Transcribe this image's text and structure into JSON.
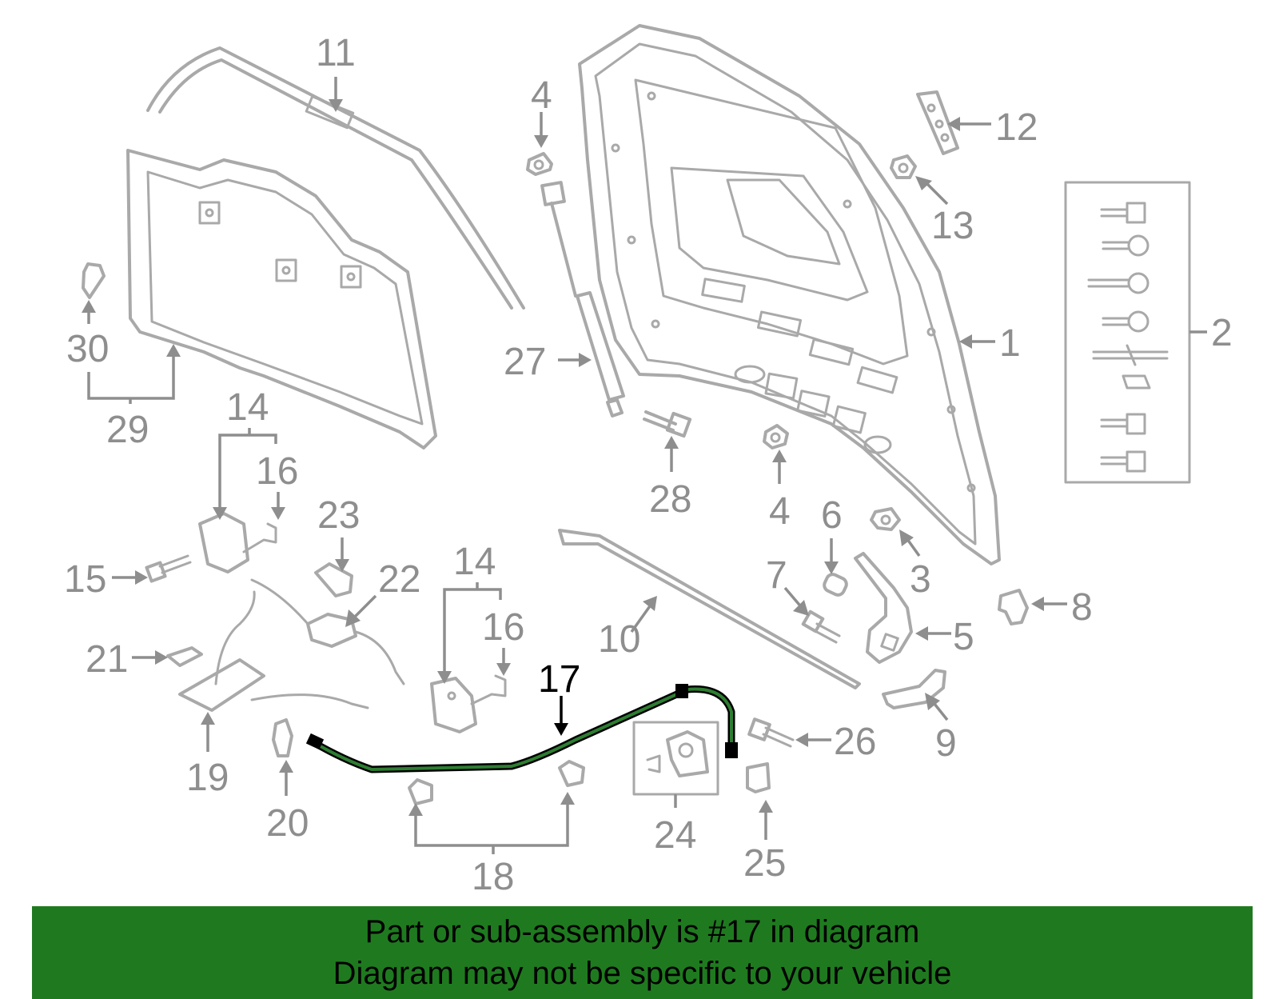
{
  "diagram": {
    "callouts": {
      "c1": "1",
      "c2": "2",
      "c3": "3",
      "c4a": "4",
      "c4b": "4",
      "c5": "5",
      "c6": "6",
      "c7": "7",
      "c8": "8",
      "c9": "9",
      "c10": "10",
      "c11": "11",
      "c12": "12",
      "c13": "13",
      "c14a": "14",
      "c14b": "14",
      "c15": "15",
      "c16a": "16",
      "c16b": "16",
      "c17": "17",
      "c18": "18",
      "c19": "19",
      "c20": "20",
      "c21": "21",
      "c22": "22",
      "c23": "23",
      "c24": "24",
      "c25": "25",
      "c26": "26",
      "c27": "27",
      "c28": "28",
      "c29": "29",
      "c30": "30"
    },
    "highlighted_part": "17",
    "colors": {
      "part_stroke": "#a9a9a9",
      "highlight": "#2e7d32",
      "banner": "#1f7a1f"
    }
  },
  "banner": {
    "line1": "Part or sub-assembly is #17 in diagram",
    "line2": "Diagram may not be specific to your vehicle"
  }
}
